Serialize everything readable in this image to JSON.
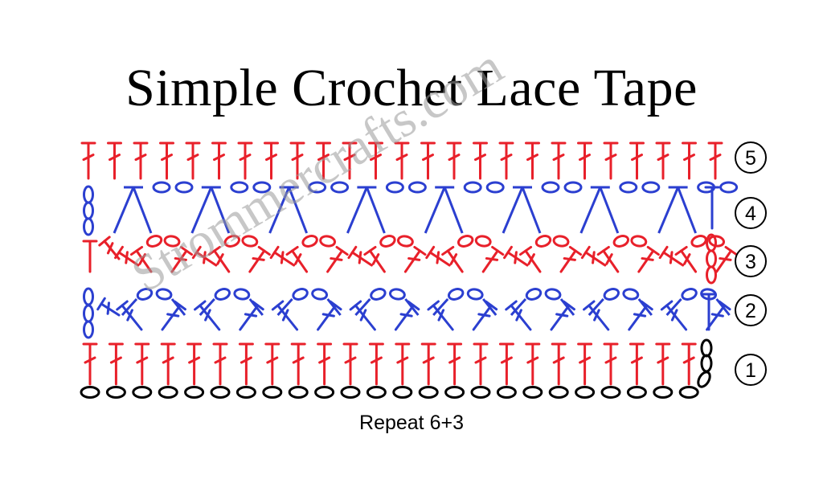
{
  "title": "Simple Crochet Lace Tape",
  "caption": "Repeat 6+3",
  "watermark": "Strommercrafts.com",
  "row_numbers": [
    "5",
    "4",
    "3",
    "2",
    "1"
  ],
  "colors": {
    "red": "#e8202a",
    "blue": "#2b3fd0",
    "black": "#000000"
  },
  "symbols": {
    "chain": "chain-icon",
    "double_crochet": "double-crochet-icon",
    "half_double_crochet": "half-double-crochet-icon"
  }
}
